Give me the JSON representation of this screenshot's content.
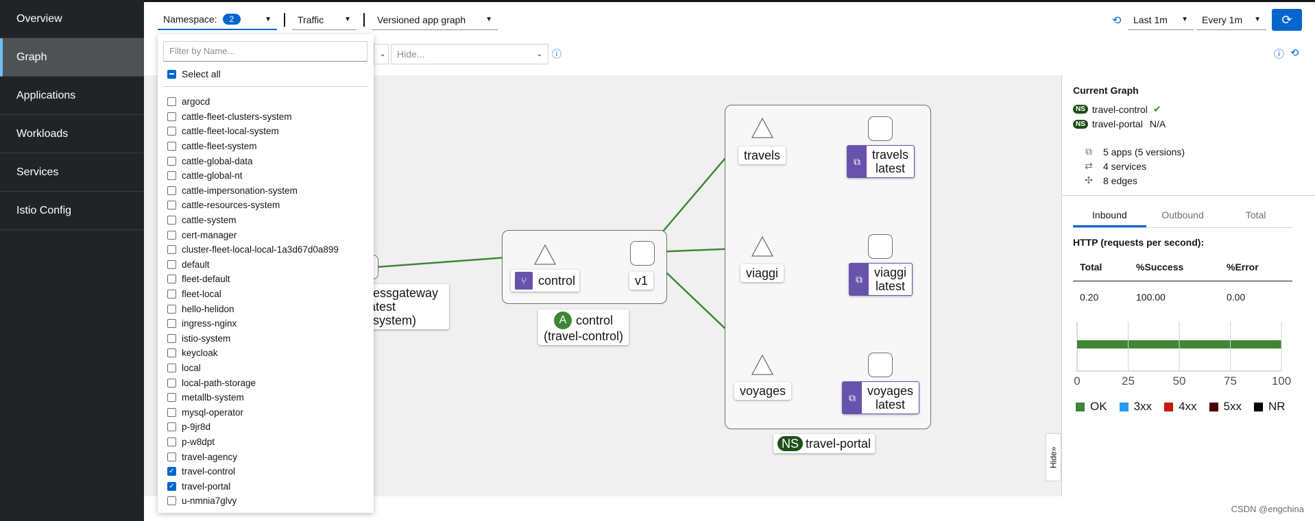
{
  "sidebar": {
    "items": [
      {
        "label": "Overview"
      },
      {
        "label": "Graph"
      },
      {
        "label": "Applications"
      },
      {
        "label": "Workloads"
      },
      {
        "label": "Services"
      },
      {
        "label": "Istio Config"
      }
    ]
  },
  "toolbar": {
    "namespace_label": "Namespace:",
    "namespace_count": "2",
    "traffic_label": "Traffic",
    "graph_type": "Versioned app graph",
    "last": "Last 1m",
    "every": "Every 1m",
    "hide_placeholder": "Hide..."
  },
  "namespace_dropdown": {
    "filter_placeholder": "Filter by Name...",
    "select_all": "Select all",
    "items": [
      {
        "name": "argocd",
        "checked": false
      },
      {
        "name": "cattle-fleet-clusters-system",
        "checked": false
      },
      {
        "name": "cattle-fleet-local-system",
        "checked": false
      },
      {
        "name": "cattle-fleet-system",
        "checked": false
      },
      {
        "name": "cattle-global-data",
        "checked": false
      },
      {
        "name": "cattle-global-nt",
        "checked": false
      },
      {
        "name": "cattle-impersonation-system",
        "checked": false
      },
      {
        "name": "cattle-resources-system",
        "checked": false
      },
      {
        "name": "cattle-system",
        "checked": false
      },
      {
        "name": "cert-manager",
        "checked": false
      },
      {
        "name": "cluster-fleet-local-local-1a3d67d0a899",
        "checked": false
      },
      {
        "name": "default",
        "checked": false
      },
      {
        "name": "fleet-default",
        "checked": false
      },
      {
        "name": "fleet-local",
        "checked": false
      },
      {
        "name": "hello-helidon",
        "checked": false
      },
      {
        "name": "ingress-nginx",
        "checked": false
      },
      {
        "name": "istio-system",
        "checked": false
      },
      {
        "name": "keycloak",
        "checked": false
      },
      {
        "name": "local",
        "checked": false
      },
      {
        "name": "local-path-storage",
        "checked": false
      },
      {
        "name": "metallb-system",
        "checked": false
      },
      {
        "name": "mysql-operator",
        "checked": false
      },
      {
        "name": "p-9jr8d",
        "checked": false
      },
      {
        "name": "p-w8dpt",
        "checked": false
      },
      {
        "name": "travel-agency",
        "checked": false
      },
      {
        "name": "travel-control",
        "checked": true
      },
      {
        "name": "travel-portal",
        "checked": true
      },
      {
        "name": "u-nmnia7glvy",
        "checked": false
      }
    ]
  },
  "graph": {
    "gateway_label_1": "ressgateway",
    "gateway_label_2": "atest",
    "gateway_label_3": "-system)",
    "control_app": "control",
    "control_version": "v1",
    "control_group_1": "control",
    "control_group_2": "(travel-control)",
    "control_group_badge": "A",
    "travels": "travels",
    "travels_svc_1": "travels",
    "travels_svc_2": "latest",
    "viaggi": "viaggi",
    "viaggi_svc_1": "viaggi",
    "viaggi_svc_2": "latest",
    "voyages": "voyages",
    "voyages_svc_1": "voyages",
    "voyages_svc_2": "latest",
    "portal_ns_badge": "NS",
    "portal_ns": "travel-portal",
    "hide_tab": "Hide"
  },
  "side_panel": {
    "title": "Current Graph",
    "ns_badge": "NS",
    "namespaces": [
      {
        "name": "travel-control",
        "status": ""
      },
      {
        "name": "travel-portal",
        "status": "N/A"
      }
    ],
    "stats": [
      "5 apps (5 versions)",
      "4 services",
      "8 edges"
    ],
    "tabs": [
      "Inbound",
      "Outbound",
      "Total"
    ],
    "http_title": "HTTP (requests per second):",
    "table": {
      "headers": [
        "Total",
        "%Success",
        "%Error"
      ],
      "row": [
        "0.20",
        "100.00",
        "0.00"
      ]
    }
  },
  "chart_data": {
    "type": "bar",
    "orientation": "horizontal",
    "categories": [
      ""
    ],
    "series": [
      {
        "name": "OK",
        "values": [
          100
        ]
      },
      {
        "name": "3xx",
        "values": [
          0
        ]
      },
      {
        "name": "4xx",
        "values": [
          0
        ]
      },
      {
        "name": "5xx",
        "values": [
          0
        ]
      },
      {
        "name": "NR",
        "values": [
          0
        ]
      }
    ],
    "xlim": [
      0,
      100
    ],
    "xticks": [
      "0",
      "25",
      "50",
      "75",
      "100"
    ],
    "colors": {
      "OK": "#3e8635",
      "3xx": "#2b9af3",
      "4xx": "#c9190b",
      "5xx": "#470000",
      "NR": "#000000"
    },
    "legend_position": "bottom"
  },
  "footer": {
    "credit": "CSDN @engchina"
  }
}
